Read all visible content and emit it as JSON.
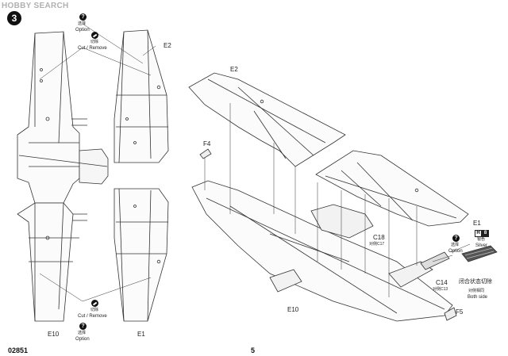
{
  "watermark": "HOBBY SEARCH",
  "step_number": "3",
  "footer": {
    "catalog_no": "02851",
    "page_no": "5"
  },
  "labels": {
    "option_cn": "选择",
    "option_en": "Option",
    "cut_cn": "切除",
    "cut_en": "Cut / Remove",
    "e2": "E2",
    "e1": "E1",
    "e10": "E10",
    "f4": "F4",
    "f5": "F5",
    "c18": "C18",
    "c17_cn": "对侧C17",
    "c14": "C14",
    "c13_cn": "对侧C13",
    "silver_code": "H",
    "silver_num": "8",
    "silver_cn": "银色",
    "silver_en": "Silver",
    "closed_cn": "闭合状态切除",
    "both_cn": "对侧相同",
    "both_en": "Both side"
  }
}
